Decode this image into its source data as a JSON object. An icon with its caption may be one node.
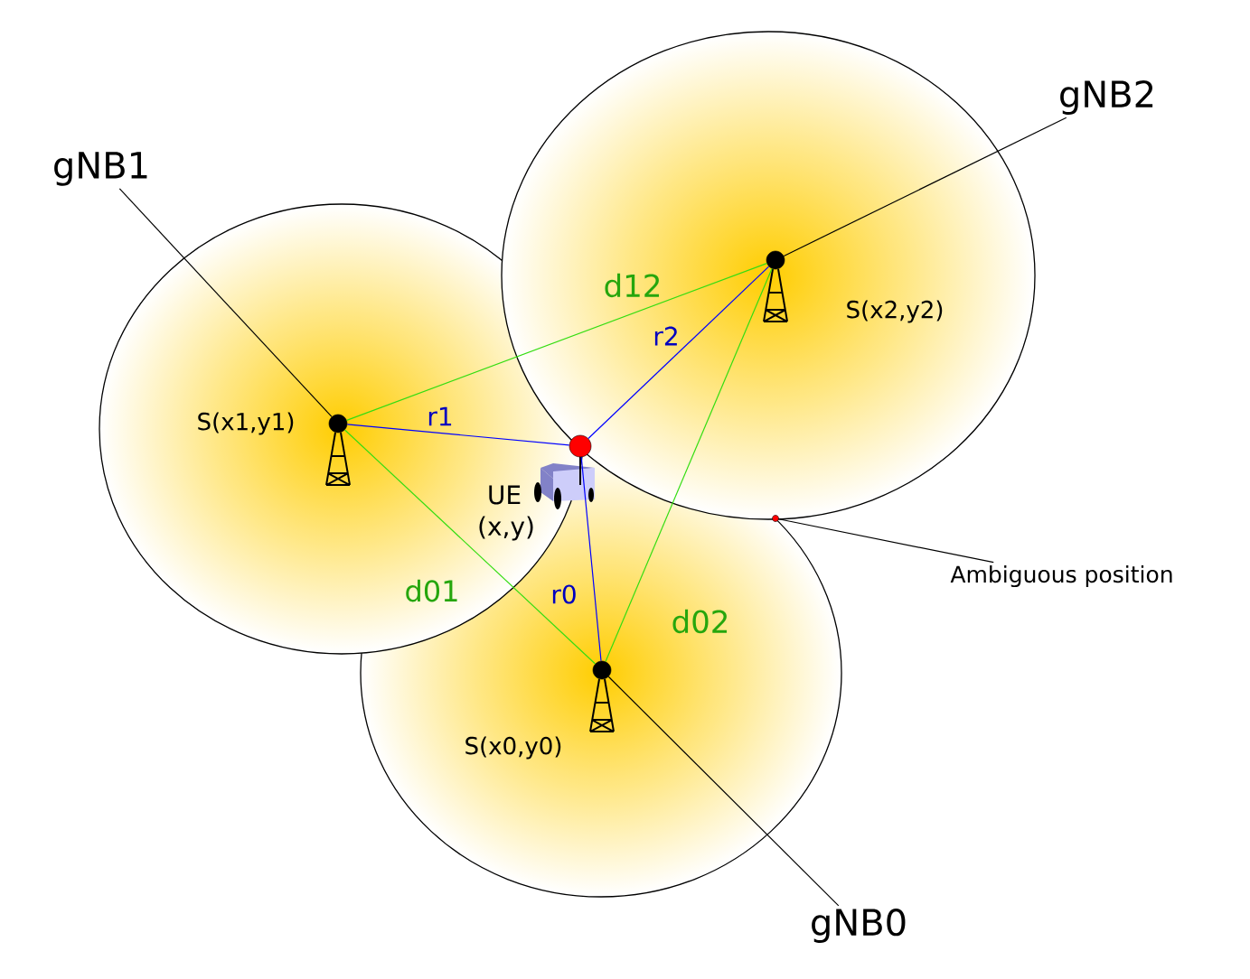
{
  "diagram": {
    "nodes": [
      {
        "text": [],
        "shape": "circle",
        "beside": [
          "S(x0,y0)"
        ]
      },
      {
        "text": [],
        "shape": "circle",
        "beside": [
          "S(x1,y1)"
        ]
      },
      {
        "text": [],
        "shape": "circle",
        "beside": [
          "S(x2,y2)"
        ]
      },
      {
        "text": [],
        "shape": "circle",
        "beside": [
          "UE",
          "(x,y)"
        ]
      },
      {
        "text": [],
        "shape": "circle"
      },
      {
        "text": [
          "gNB0"
        ]
      },
      {
        "text": [
          "gNB1"
        ]
      },
      {
        "text": [
          "gNB2"
        ]
      },
      {
        "text": [
          "Ambiguous position"
        ]
      }
    ],
    "edges": [
      {
        "from": 3,
        "to": 0,
        "arrow": "none",
        "label": "r0",
        "color": "#0000ff"
      },
      {
        "from": 3,
        "to": 1,
        "arrow": "none",
        "label": "r1",
        "color": "#0000ff"
      },
      {
        "from": 3,
        "to": 2,
        "arrow": "none",
        "label": "r2",
        "color": "#0000ff"
      },
      {
        "from": 0,
        "to": 1,
        "arrow": "none",
        "label": "d01",
        "color": "#33dd11"
      },
      {
        "from": 0,
        "to": 2,
        "arrow": "none",
        "label": "d02",
        "color": "#33dd11"
      },
      {
        "from": 1,
        "to": 2,
        "arrow": "none",
        "label": "d12",
        "color": "#33dd11"
      },
      {
        "from": 5,
        "to": 0,
        "arrow": "none"
      },
      {
        "from": 6,
        "to": 1,
        "arrow": "none"
      },
      {
        "from": 7,
        "to": 2,
        "arrow": "none"
      },
      {
        "from": 8,
        "to": 4,
        "arrow": "none"
      }
    ]
  }
}
